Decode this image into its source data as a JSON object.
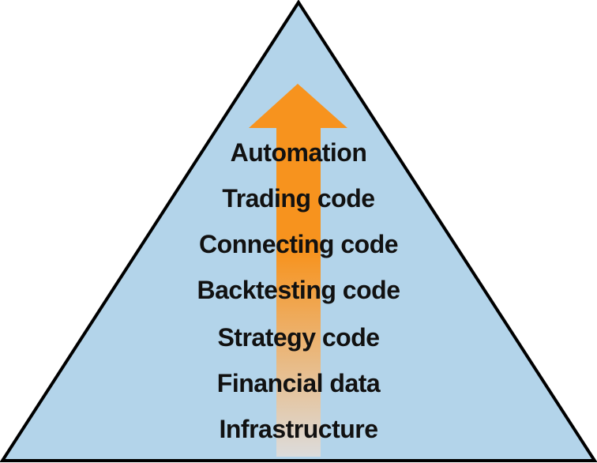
{
  "diagram": {
    "type": "pyramid",
    "layers": [
      {
        "label": "Automation"
      },
      {
        "label": "Trading code"
      },
      {
        "label": "Connecting code"
      },
      {
        "label": "Backtesting code"
      },
      {
        "label": "Strategy code"
      },
      {
        "label": "Financial data"
      },
      {
        "label": "Infrastructure"
      }
    ],
    "colors": {
      "pyramid_fill": "#b3d4ea",
      "pyramid_stroke": "#000000",
      "arrow_top": "#f7931e",
      "arrow_bottom": "#d8d8d8"
    }
  }
}
